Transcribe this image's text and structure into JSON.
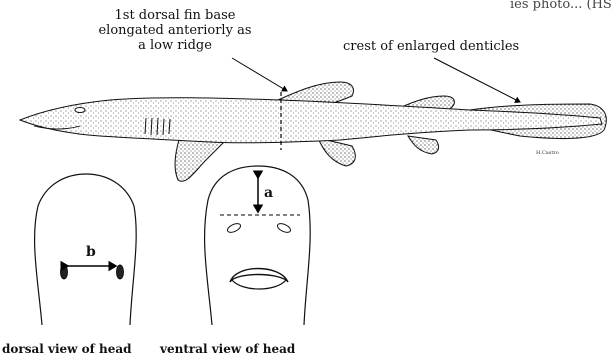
{
  "header_fragment": "ies photo... (HS)",
  "labels": {
    "dorsal_fin_base": [
      "1st dorsal fin base",
      "elongated anteriorly as",
      "a low ridge"
    ],
    "crest": "crest of enlarged denticles"
  },
  "measurements": {
    "a": "a",
    "b": "b"
  },
  "captions": {
    "dorsal_head": "dorsal view of head",
    "ventral_head": "ventral view of head"
  },
  "signature": "H.Castro"
}
